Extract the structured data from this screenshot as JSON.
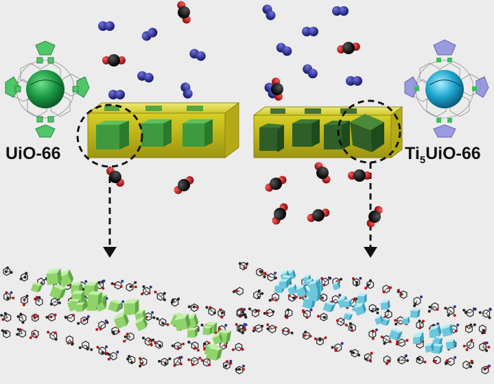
{
  "labels": {
    "left_material": "UiO-66",
    "right_material_prefix": "Ti",
    "right_material_subscript": "5",
    "right_material_suffix": "UiO-66"
  },
  "colors": {
    "background": "#ececec",
    "membrane_yellow": "#c9c21a",
    "cage_green": "#3f9a3f",
    "left_linker_cube": "#8fd36a",
    "right_linker_cube": "#6cc6dc",
    "n2_molecule": "#2b2f8f",
    "co2_carbon": "#111111",
    "co2_oxygen": "#c0161c",
    "cluster_green": "#1fa64a",
    "cluster_blue": "#28a6c9"
  },
  "icons": {
    "left_cluster": "uio66-cluster-icon",
    "right_cluster": "ti5-uio66-cluster-icon",
    "gas_n2": "n2-molecule-icon",
    "gas_co2": "co2-molecule-icon",
    "zoom": "zoom-circle-icon",
    "arrow": "arrow-down-icon"
  }
}
